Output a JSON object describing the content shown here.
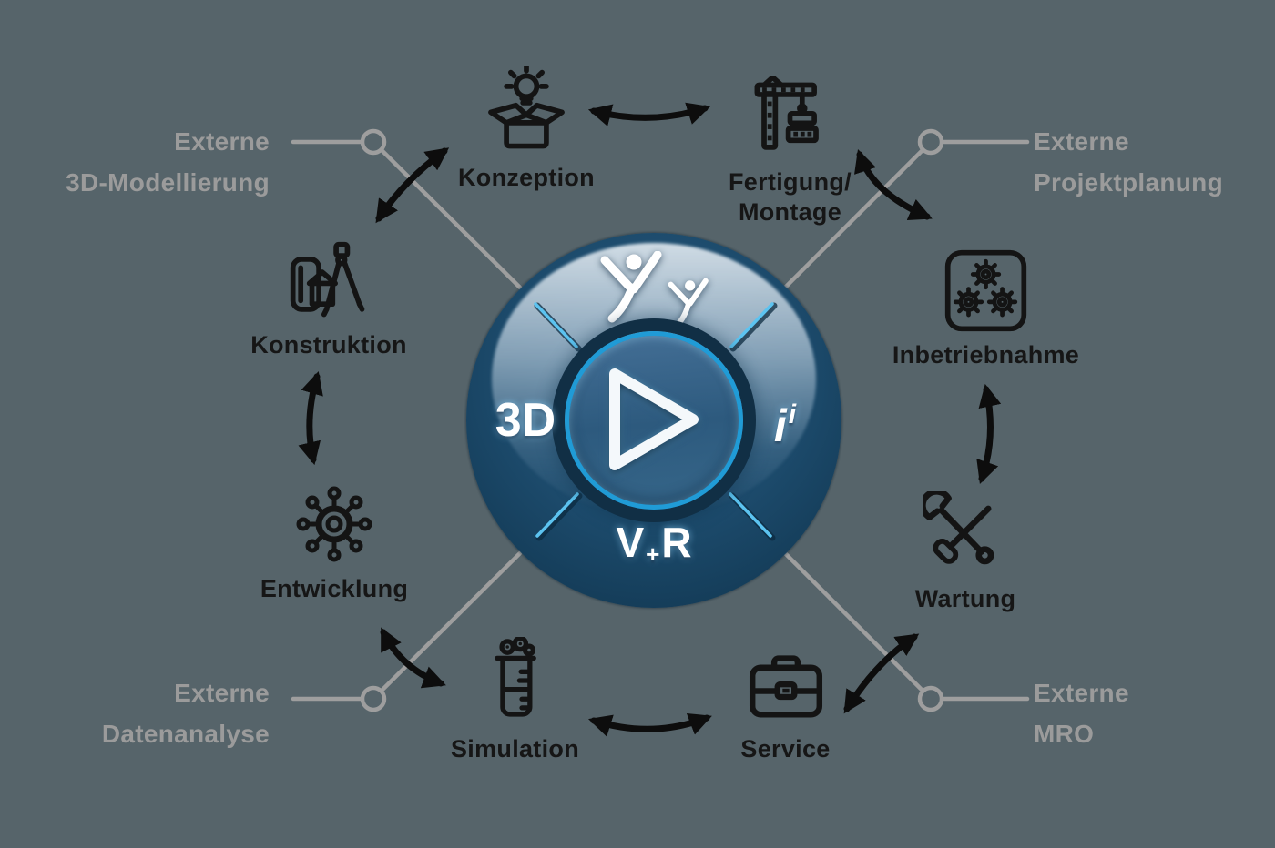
{
  "background_color": "#56646a",
  "compass": {
    "brand": "3DEXPERIENCE-compass",
    "left_text": "3D",
    "right_text": "i",
    "right_sup": "i",
    "bottom_v": "V",
    "bottom_plus": "+",
    "bottom_r": "R",
    "top_icon": "people-figures-icon",
    "center_icon": "play-button-icon",
    "colors": {
      "outer_circle": "#1c4a6b",
      "ring": "#209bd6",
      "top_highlight": "#b9c8d4",
      "glyphs": "#ffffff"
    }
  },
  "stages": [
    {
      "label": "Konzeption",
      "icon": "idea-box-icon"
    },
    {
      "label": "Fertigung/",
      "label2": "Montage",
      "icon": "construction-crane-icon"
    },
    {
      "label": "Inbetriebnahme",
      "icon": "three-gears-icon"
    },
    {
      "label": "Wartung",
      "icon": "wrench-screwdriver-icon"
    },
    {
      "label": "Service",
      "icon": "briefcase-icon"
    },
    {
      "label": "Simulation",
      "icon": "beaker-icon"
    },
    {
      "label": "Entwicklung",
      "icon": "network-hub-icon"
    },
    {
      "label": "Konstruktion",
      "icon": "blueprint-compass-icon"
    }
  ],
  "externals": [
    {
      "line1": "Externe",
      "line2": "3D-Modellierung",
      "position": "top-left"
    },
    {
      "line1": "Externe",
      "line2": "Projektplanung",
      "position": "top-right"
    },
    {
      "line1": "Externe",
      "line2": "MRO",
      "position": "bottom-right"
    },
    {
      "line1": "Externe",
      "line2": "Datenanalyse",
      "position": "bottom-left"
    }
  ],
  "colors": {
    "stage_text": "#161616",
    "external_text": "#9b9b9b",
    "arrow": "#0d0d0d",
    "connector": "#9e9e9e"
  }
}
